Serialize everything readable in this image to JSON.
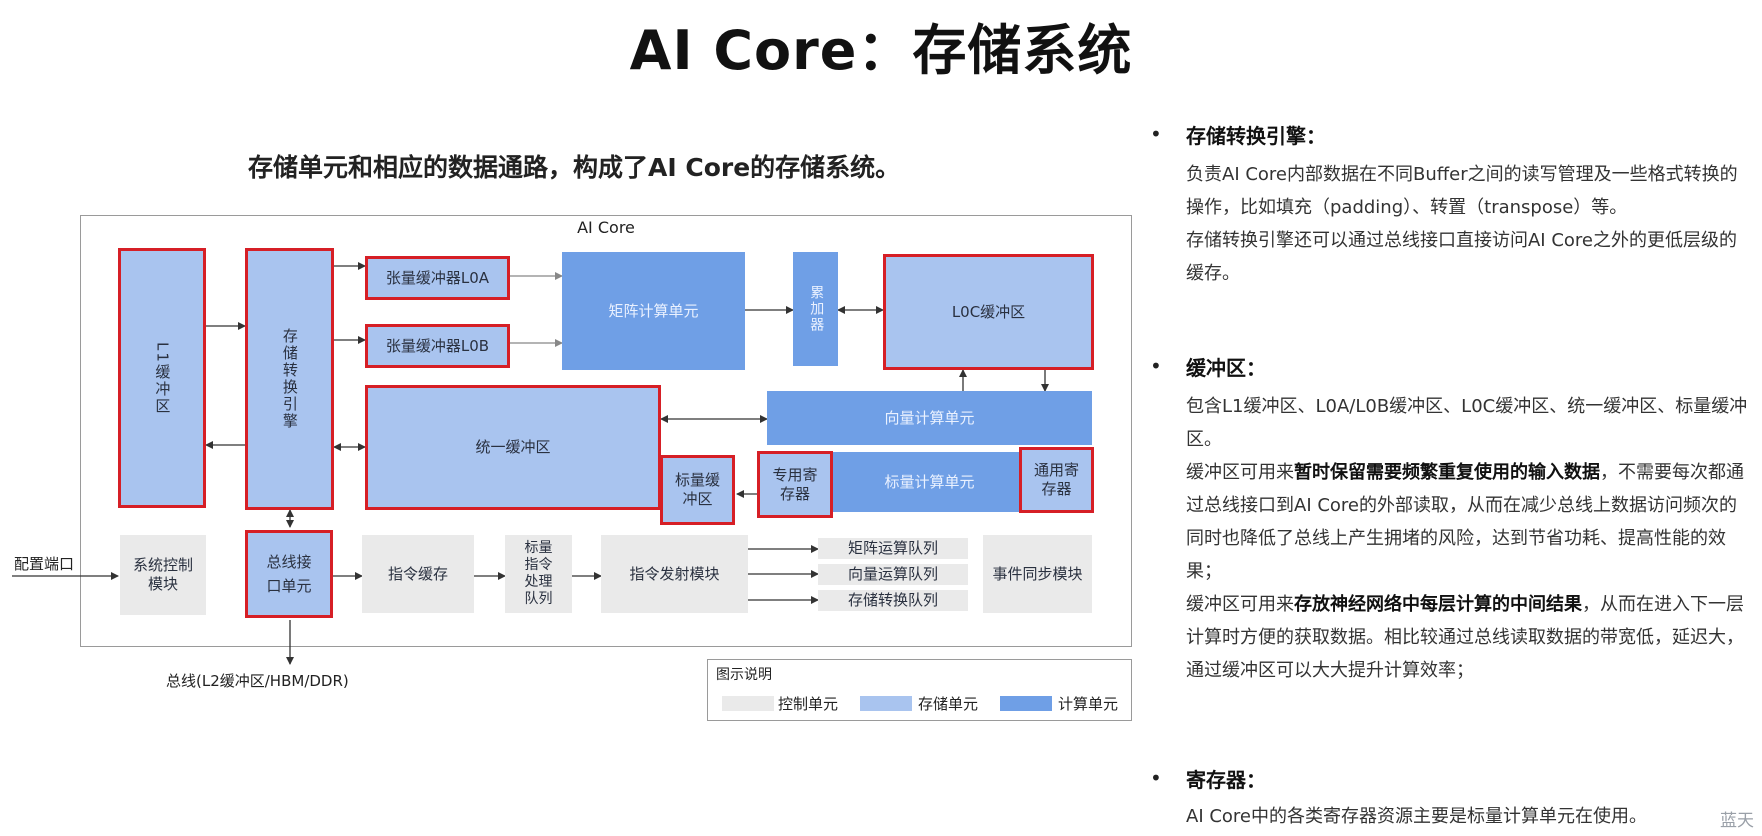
{
  "slide": {
    "title": "AI Core：存储系统",
    "subtitle": "存储单元和相应的数据通路，构成了AI Core的存储系统。"
  },
  "diagram": {
    "frame_label": "AI Core",
    "blocks": {
      "l1": "L1缓冲区",
      "mte": "存储转换引擎",
      "l0a": "张量缓冲器L0A",
      "l0b": "张量缓冲器L0B",
      "cube": "矩阵计算单元",
      "acc": "累加器",
      "l0c": "L0C缓冲区",
      "ub": "统一缓冲区",
      "vector": "向量计算单元",
      "scalar_buf": "标量缓冲区",
      "spr": "专用寄存器",
      "scalar_unit": "标量计算单元",
      "gpr": "通用寄存器",
      "sys_ctrl": "系统控制模块",
      "biu": "总线接口单元",
      "icache": "指令缓存",
      "scalar_queue": "标量指令处理队列",
      "dispatch": "指令发射模块",
      "q_cube": "矩阵运算队列",
      "q_vec": "向量运算队列",
      "q_mte": "存储转换队列",
      "event_sync": "事件同步模块"
    },
    "config_port": "配置端口",
    "bus_label": "总线(L2缓冲区/HBM/DDR)",
    "legend": {
      "title": "图示说明",
      "items": [
        {
          "label": "控制单元",
          "color": "#eaeaea"
        },
        {
          "label": "存储单元",
          "color": "#a9c4ef"
        },
        {
          "label": "计算单元",
          "color": "#6f9fe6"
        }
      ]
    }
  },
  "notes": {
    "s1_title": "存储转换引擎：",
    "s1_p1": "负责AI Core内部数据在不同Buffer之间的读写管理及一些格式转换的操作，比如填充（padding）、转置（transpose）等。",
    "s1_p2": "存储转换引擎还可以通过总线接口直接访问AI Core之外的更低层级的缓存。",
    "s2_title": "缓冲区：",
    "s2_p1": "包含L1缓冲区、L0A/L0B缓冲区、L0C缓冲区、统一缓冲区、标量缓冲区。",
    "s2_p2_pre": "缓冲区可用来",
    "s2_p2_bold": "暂时保留需要频繁重复使用的输入数据",
    "s2_p2_post": "，不需要每次都通过总线接口到AI Core的外部读取，从而在减少总线上数据访问频次的同时也降低了总线上产生拥堵的风险，达到节省功耗、提高性能的效果；",
    "s2_p3_pre": "缓冲区可用来",
    "s2_p3_bold": "存放神经网络中每层计算的中间结果",
    "s2_p3_post": "，从而在进入下一层计算时方便的获取数据。相比较通过总线读取数据的带宽低，延迟大，通过缓冲区可以大大提升计算效率；",
    "s3_title": "寄存器：",
    "s3_p1": "AI Core中的各类寄存器资源主要是标量计算单元在使用。"
  },
  "watermark": "蓝天"
}
